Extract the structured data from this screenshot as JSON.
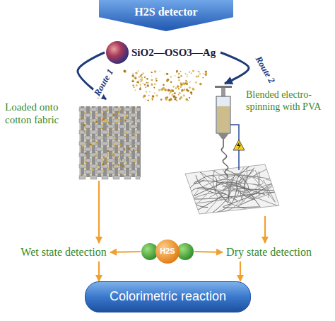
{
  "diagram": {
    "nodes": [
      {
        "text": [
          "H2S detector"
        ]
      },
      {
        "text": [
          "SiO2—OSO3—Ag"
        ]
      },
      {
        "text": [
          "Loaded onto cotton fabric"
        ]
      },
      {
        "text": [
          "Blended electro-spinning with PVA"
        ]
      },
      {
        "text": [
          "Wet state detection"
        ]
      },
      {
        "text": [
          "H2S"
        ]
      },
      {
        "text": [
          "Dry state detection"
        ]
      },
      {
        "text": [
          "Colorimetric reaction"
        ]
      }
    ],
    "edges": [
      {
        "from": 1,
        "to": 2,
        "label": "Route 1",
        "arrow": "to"
      },
      {
        "from": 1,
        "to": 3,
        "label": "Route 2",
        "arrow": "to"
      },
      {
        "from": 2,
        "to": 4,
        "arrow": "to"
      },
      {
        "from": 3,
        "to": 6,
        "arrow": "to"
      },
      {
        "from": 5,
        "to": 4,
        "arrow": "to"
      },
      {
        "from": 5,
        "to": 6,
        "arrow": "to"
      },
      {
        "from": 4,
        "to": 7,
        "arrow": "to"
      },
      {
        "from": 6,
        "to": 7,
        "arrow": "to"
      }
    ]
  }
}
